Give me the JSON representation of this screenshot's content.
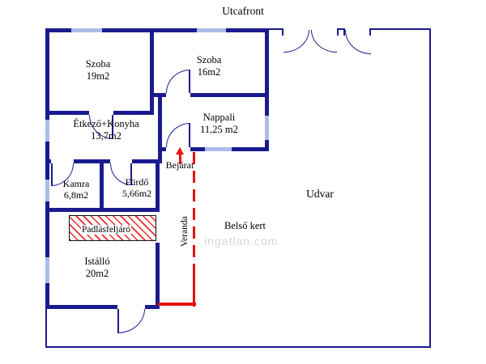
{
  "labels": {
    "street": "Utcafront",
    "yard": "Udvar",
    "garden": "Belső kert",
    "veranda": "Veranda",
    "entrance": "Bejárat",
    "attic_stairs": "Padlásfeljáró",
    "watermark": "ingatlan.com"
  },
  "rooms": [
    {
      "name": "Szoba",
      "area": "19m2"
    },
    {
      "name": "Szoba",
      "area": "16m2"
    },
    {
      "name": "Étkező+Konyha",
      "area": "13,7m2"
    },
    {
      "name": "Nappali",
      "area": "11,25 m2"
    },
    {
      "name": "Kamra",
      "area": "6,8m2"
    },
    {
      "name": "Fürdő",
      "area": "5,66m2"
    },
    {
      "name": "Istálló",
      "area": "20m2"
    }
  ],
  "colors": {
    "wall": "#1b1b8f",
    "window": "#aebbe8",
    "accent_red": "#e8120e"
  }
}
